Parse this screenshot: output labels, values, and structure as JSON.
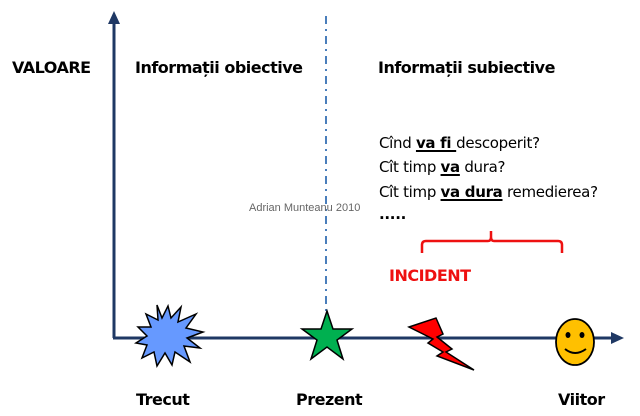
{
  "axis": {
    "y_label": "VALOARE",
    "colors": {
      "axis": "#1f3864",
      "divider": "#4a7ebb"
    }
  },
  "sections": {
    "objective": "Informații obiective",
    "subjective": "Informații subiective"
  },
  "questions": [
    {
      "pre": "Cînd ",
      "emph": "va fi ",
      "post": "descoperit?"
    },
    {
      "pre": "Cît timp ",
      "emph": "va",
      "post": " dura?"
    },
    {
      "pre": "Cît timp ",
      "emph": "va dura",
      "post": " remedierea?"
    }
  ],
  "ellipsis": ".....",
  "watermark": "Adrian Munteanu 2010",
  "incident": {
    "label": "INCIDENT",
    "color": "#ee1111"
  },
  "timeline": [
    {
      "label": "Trecut",
      "icon": "explosion-icon",
      "color": "#6699ff"
    },
    {
      "label": "Prezent",
      "icon": "star-icon",
      "color": "#00b050"
    },
    {
      "label": "",
      "icon": "lightning-icon",
      "color": "#ff0000"
    },
    {
      "label": "Viitor",
      "icon": "smiley-icon",
      "color": "#ffc000"
    }
  ]
}
